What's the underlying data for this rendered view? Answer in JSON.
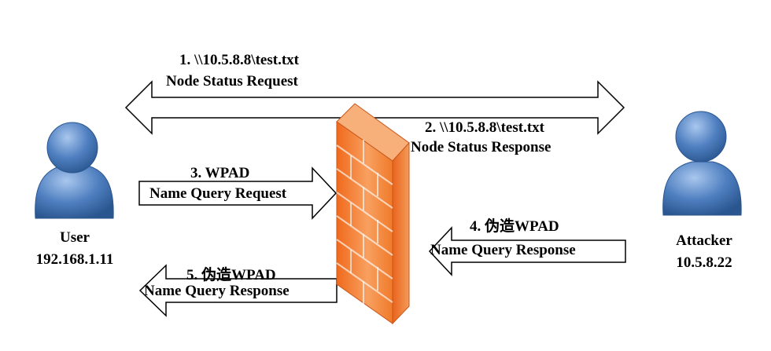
{
  "actors": {
    "user": {
      "name": "User",
      "ip": "192.168.1.11",
      "icon": "user-icon"
    },
    "attacker": {
      "name": "Attacker",
      "ip": "10.5.8.22",
      "icon": "user-icon"
    }
  },
  "firewall": {
    "icon": "firewall-icon",
    "color": "#f07a2a"
  },
  "steps": [
    {
      "line1": "1. \\\\10.5.8.8\\test.txt",
      "line2": "Node Status Request"
    },
    {
      "line1": "2. \\\\10.5.8.8\\test.txt",
      "line2": "Node Status Response"
    },
    {
      "line1": "3. WPAD",
      "line2": "Name Query Request"
    },
    {
      "line1": "4. 伪造WPAD",
      "line2": "Name Query Response"
    },
    {
      "line1": "5. 伪造WPAD",
      "line2": "Name Query Response"
    }
  ],
  "colors": {
    "person": "#4f7fc0",
    "person_dark": "#2f5f9e",
    "arrow_fill": "#ffffff",
    "stroke": "#000000"
  }
}
